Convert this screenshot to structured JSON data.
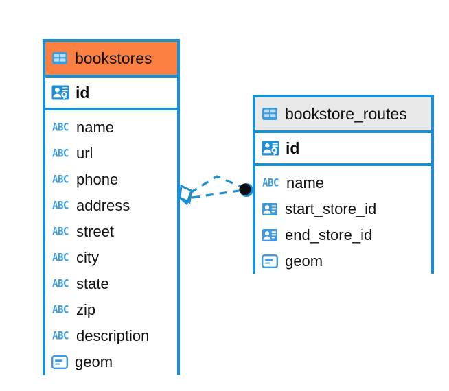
{
  "diagram": {
    "kind": "entity-relationship-diagram",
    "background": "#FFFFFF",
    "colors": {
      "border_blue": "#1B8FD4",
      "icon_blue": "#3E9BDC",
      "header_orange": "#FB8042",
      "header_gray": "#E9E9E9",
      "text": "#111111",
      "endpoint_dot": "#111111"
    }
  },
  "entities": [
    {
      "name": "bookstores",
      "header_style": "selected-orange",
      "header_icon": "table-icon",
      "primary_key": {
        "label": "id",
        "icon": "primary-key-icon"
      },
      "fields": [
        {
          "label": "name",
          "icon": "text-type-icon"
        },
        {
          "label": "url",
          "icon": "text-type-icon"
        },
        {
          "label": "phone",
          "icon": "text-type-icon"
        },
        {
          "label": "address",
          "icon": "text-type-icon"
        },
        {
          "label": "street",
          "icon": "text-type-icon"
        },
        {
          "label": "city",
          "icon": "text-type-icon"
        },
        {
          "label": "state",
          "icon": "text-type-icon"
        },
        {
          "label": "zip",
          "icon": "text-type-icon"
        },
        {
          "label": "description",
          "icon": "text-type-icon"
        },
        {
          "label": "geom",
          "icon": "geometry-type-icon"
        }
      ]
    },
    {
      "name": "bookstore_routes",
      "header_style": "default-gray",
      "header_icon": "table-icon",
      "primary_key": {
        "label": "id",
        "icon": "primary-key-icon"
      },
      "fields": [
        {
          "label": "name",
          "icon": "text-type-icon"
        },
        {
          "label": "start_store_id",
          "icon": "foreign-key-icon"
        },
        {
          "label": "end_store_id",
          "icon": "foreign-key-icon"
        },
        {
          "label": "geom",
          "icon": "geometry-type-icon"
        }
      ]
    }
  ],
  "relationships": [
    {
      "from_entity": "bookstores",
      "to_entity": "bookstore_routes",
      "line_style": "dashed",
      "source_marker": "crows-foot-many-marker",
      "target_marker": "filled-dot-marker",
      "count": 2
    }
  ]
}
